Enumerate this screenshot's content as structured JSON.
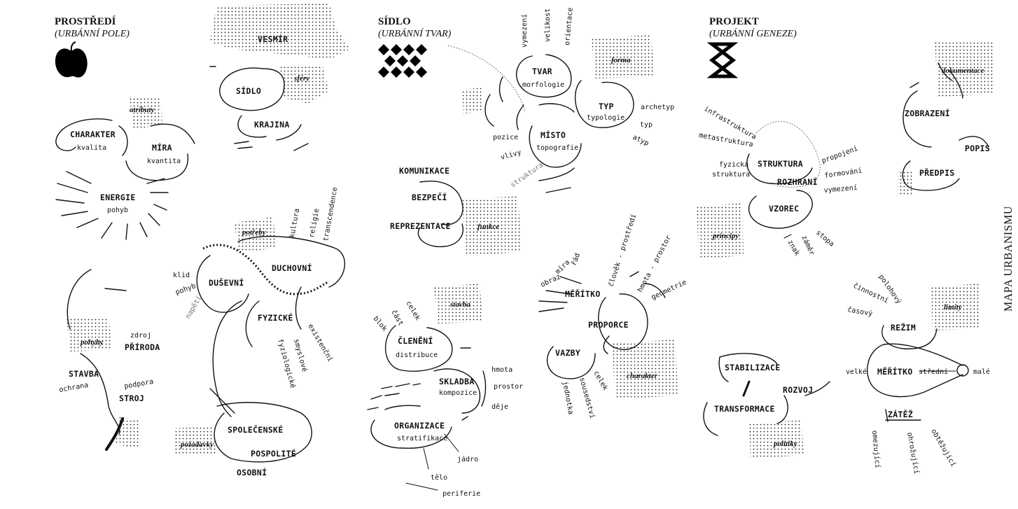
{
  "title": "MAPA URBANISMU",
  "sections": {
    "prostredi": {
      "heading": "PROSTŘEDÍ",
      "subheading": "(URBÁNNÍ POLE)",
      "icon": "apple-icon",
      "nodes": {
        "vesmir": "VESMÍR",
        "sidlo": "SÍDLO",
        "sfery": "sféry",
        "krajina": "KRAJINA",
        "atributy": "atributy",
        "charakter": "CHARAKTER",
        "kvalita": "kvalita",
        "mira": "MÍRA",
        "kvantita": "kvantita",
        "energie": "ENERGIE",
        "pohyb": "pohyb",
        "potreby": "potřeby",
        "kultura": "kultura",
        "religie": "religie",
        "transcendence": "transcendence",
        "klid": "klid",
        "pohyb2": "pohyb",
        "dusevni": "DUŠEVNÍ",
        "napeti": "napětí",
        "duchovni": "DUCHOVNÍ",
        "fyzicke": "FYZICKÉ",
        "existencni": "existenční",
        "smyslove": "smyslové",
        "fyziologicke": "fyziologické",
        "pohyby": "pohyby",
        "zdroj": "zdroj",
        "priroda": "PŘÍRODA",
        "stavba": "STAVBA",
        "ochrana": "ochrana",
        "podpora": "podpora",
        "stroj": "STROJ",
        "spolecenske": "SPOLEČENSKÉ",
        "pospolite": "POSPOLITÉ",
        "osobni": "OSOBNÍ",
        "pozadavky": "požadavky"
      }
    },
    "sidlo": {
      "heading": "SÍDLO",
      "subheading": "(URBÁNNÍ TVAR)",
      "icon": "diamond-grid-icon",
      "nodes": {
        "vymezeni": "vymezení",
        "velikost": "velikost",
        "orientace": "orientace",
        "forma": "forma",
        "tvar": "TVAR",
        "morfologie": "morfologie",
        "typ": "TYP",
        "typologie": "typologie",
        "archetyp": "archetyp",
        "typ2": "typ",
        "atyp": "atyp",
        "pozice": "pozice",
        "misto": "MÍSTO",
        "topografie": "topografie",
        "vlivy": "vlivy",
        "struktura": "struktura",
        "komunikace": "KOMUNIKACE",
        "bezpeci": "BEZPEČÍ",
        "reprezentace": "REPREZENTACE",
        "funkce": "funkce",
        "rad": "řád",
        "mira": "míra",
        "obraz": "obraz",
        "clovek_prostredi": "člověk - prostředí",
        "hmota_prostor": "hmota - prostor",
        "geometrie": "geometrie",
        "meritko": "MĚŘÍTKO",
        "proporce": "PROPORCE",
        "vazby": "VAZBY",
        "celek": "celek",
        "sousedstvi": "sousedství",
        "jednotka": "jednotka",
        "charakter": "charakter",
        "stavba": "stavba",
        "blok": "blok",
        "cast": "část",
        "celek2": "celek",
        "cleneni": "ČLENĚNÍ",
        "distribuce": "distribuce",
        "hmota": "hmota",
        "skladba": "SKLADBA",
        "kompozice": "kompozice",
        "prostor": "prostor",
        "deje": "děje",
        "organizace": "ORGANIZACE",
        "stratifikace": "stratifikace",
        "jadro": "jádro",
        "telo": "tělo",
        "periferie": "periferie"
      }
    },
    "projekt": {
      "heading": "PROJEKT",
      "subheading": "(URBÁNNÍ GENEZE)",
      "icon": "hourglass-chain-icon",
      "nodes": {
        "infrastruktura": "infrastruktura",
        "metastruktura": "metastruktura",
        "fyzicka": "fyzická",
        "struktura_small": "struktura",
        "struktura": "STRUKTURA",
        "propojeni": "propojení",
        "formovani": "formování",
        "vymezeni": "vymezení",
        "rozhrani": "ROZHRANÍ",
        "vzorec": "VZOREC",
        "principy": "principy",
        "znak": "znak",
        "zamer": "záměr",
        "stopa": "stopa",
        "dokumentace": "dokumentace",
        "zobrazeni": "ZOBRAZENÍ",
        "popis": "POPIS",
        "predpis": "PŘEDPIS",
        "polohovy": "polohový",
        "cinnostni": "činnostní",
        "casovy": "časový",
        "limity": "limity",
        "rezim": "REŽIM",
        "velke": "velké",
        "meritko": "MĚŘÍTKO",
        "stredni": "střední",
        "male": "malé",
        "zatez": "ZÁTĚŽ",
        "omezujici": "omezující",
        "ohrozujici": "ohrožující",
        "obtezujici": "obtěžující",
        "stabilizace": "STABILIZACE",
        "rozvoj": "ROZVOJ",
        "transformace": "TRANSFORMACE",
        "politiky": "politiky"
      }
    }
  }
}
